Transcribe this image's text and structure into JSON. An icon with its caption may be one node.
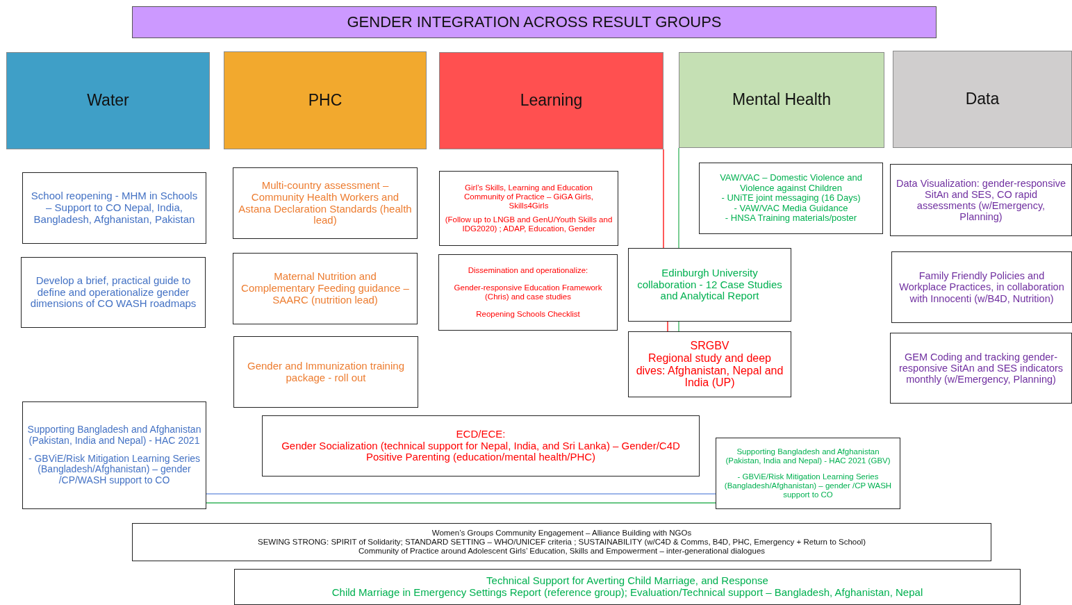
{
  "diagram": {
    "title": "GENDER INTEGRATION ACROSS RESULT GROUPS",
    "nodes": [
      {
        "text": [
          "Water"
        ]
      },
      {
        "text": [
          "PHC"
        ]
      },
      {
        "text": [
          "Learning"
        ]
      },
      {
        "text": [
          "Mental Health"
        ]
      },
      {
        "text": [
          "Data"
        ]
      },
      {
        "text": [
          "School reopening - MHM in Schools – Support to CO Nepal, India, Bangladesh, Afghanistan, Pakistan"
        ]
      },
      {
        "text": [
          "Develop a brief, practical guide to define and operationalize gender dimensions of CO WASH roadmaps"
        ]
      },
      {
        "text": [
          "Supporting Bangladesh and Afghanistan (Pakistan, India and Nepal) - HAC 2021",
          "- GBViE/Risk Mitigation Learning Series (Bangladesh/Afghanistan) – gender /CP/WASH support to CO"
        ]
      },
      {
        "text": [
          "Multi-country assessment – Community Health Workers and Astana Declaration Standards (health lead)"
        ]
      },
      {
        "text": [
          "Maternal Nutrition and Complementary Feeding guidance – SAARC (nutrition lead)"
        ]
      },
      {
        "text": [
          "Gender and Immunization training package - roll out"
        ]
      },
      {
        "text": [
          "Girl’s Skills, Learning and Education Community of Practice – GiGA Girls, Skills4Girls",
          "(Follow up to LNGB and GenU/Youth Skills and IDG2020) ; ADAP, Education, Gender"
        ]
      },
      {
        "text": [
          "Dissemination and operationalize:",
          "Gender-responsive Education Framework (Chris) and case studies",
          "Reopening Schools Checklist"
        ]
      },
      {
        "text": [
          "VAW/VAC – Domestic Violence and Violence against Children",
          "- UNiTE joint messaging (16 Days)",
          "- VAW/VAC Media Guidance",
          "- HNSA Training materials/poster"
        ]
      },
      {
        "text": [
          "Edinburgh University collaboration - 12 Case Studies and Analytical Report"
        ]
      },
      {
        "text": [
          "SRGBV",
          "Regional study and deep dives: Afghanistan, Nepal and India (UP)"
        ]
      },
      {
        "text": [
          "ECD/ECE:",
          "Gender Socialization (technical support for Nepal, India, and Sri Lanka) – Gender/C4D",
          "Positive Parenting (education/mental health/PHC)"
        ]
      },
      {
        "text": [
          "Supporting Bangladesh and Afghanistan (Pakistan, India and Nepal) - HAC 2021 (GBV)",
          "- GBViE/Risk Mitigation Learning Series (Bangladesh/Afghanistan) – gender /CP WASH support to CO"
        ]
      },
      {
        "text": [
          "Data Visualization: gender-responsive SitAn and SES, CO rapid assessments (w/Emergency, Planning)"
        ]
      },
      {
        "text": [
          "Family Friendly Policies and Workplace Practices, in collaboration with Innocenti (w/B4D, Nutrition)"
        ]
      },
      {
        "text": [
          "GEM Coding and tracking gender-responsive SitAn and SES indicators monthly (w/Emergency, Planning)"
        ]
      },
      {
        "text": [
          "Women’s Groups Community Engagement – Alliance Building with NGOs",
          "SEWING STRONG:  SPIRIT of Solidarity; STANDARD SETTING – WHO/UNICEF criteria ; SUSTAINABILITY (w/C4D & Comms, B4D, PHC, Emergency + Return to School)",
          "Community of Practice around Adolescent Girls’ Education, Skills and Empowerment – inter-generational dialogues"
        ]
      },
      {
        "text": [
          "Technical Support for Averting Child Marriage, and Response",
          "Child Marriage in Emergency Settings Report (reference group); Evaluation/Technical support – Bangladesh, Afghanistan, Nepal"
        ]
      }
    ],
    "edges": [
      {
        "from": 2,
        "to": 14,
        "arrow": "none",
        "color": "#ff0000"
      },
      {
        "from": 3,
        "to": 14,
        "arrow": "none",
        "color": "#33b35a"
      },
      {
        "from": 14,
        "to": 15,
        "arrow": "none",
        "color": "#ff0000"
      },
      {
        "from": 14,
        "to": 15,
        "arrow": "none",
        "color": "#33b35a"
      },
      {
        "from": 7,
        "to": 17,
        "arrow": "none",
        "color": "#7a9be0"
      },
      {
        "from": 7,
        "to": 17,
        "arrow": "none",
        "color": "#33b35a"
      }
    ]
  }
}
